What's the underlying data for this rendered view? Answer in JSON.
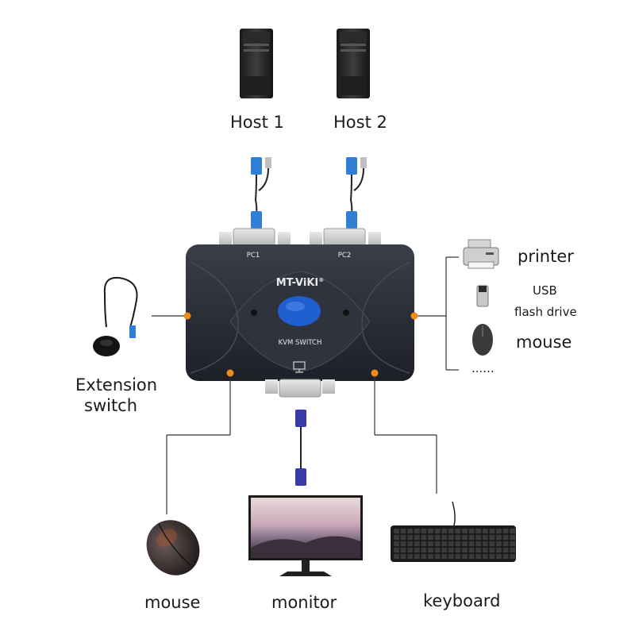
{
  "hosts": [
    {
      "label": "Host 1"
    },
    {
      "label": "Host 2"
    }
  ],
  "switch": {
    "brand": "MT-ViKI",
    "registered": "®",
    "model": "KVM SWITCH",
    "port_pc1": "PC1",
    "port_pc2": "PC2"
  },
  "peripherals_right": {
    "printer": "printer",
    "usb_line1": "USB",
    "usb_line2": "flash drive",
    "mouse": "mouse",
    "more": "......"
  },
  "extension": {
    "line1": "Extension",
    "line2": "switch"
  },
  "bottom": {
    "mouse": "mouse",
    "monitor": "monitor",
    "keyboard": "keyboard"
  },
  "colors": {
    "connector_blue": "#2f7fd6",
    "vga_purple": "#3a3aa8",
    "dot_orange": "#f08a1c",
    "switch_body": "#2b2f36",
    "button_blue": "#1f5fd0"
  }
}
